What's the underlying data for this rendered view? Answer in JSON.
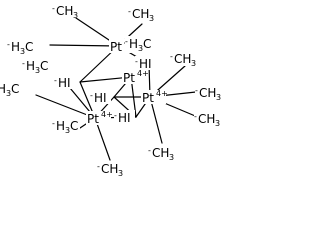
{
  "labels": {
    "ch3": {
      "element": "CH",
      "count": "3",
      "charge": "-"
    },
    "h3c": {
      "element_h": "H",
      "count": "3",
      "element_c": "C",
      "charge": "-"
    },
    "pt": {
      "element": "Pt",
      "charge": "4+"
    },
    "hi": {
      "element": "HI",
      "charge": "-"
    }
  },
  "colors": {
    "ink": "#000000",
    "background": "#ffffff"
  }
}
